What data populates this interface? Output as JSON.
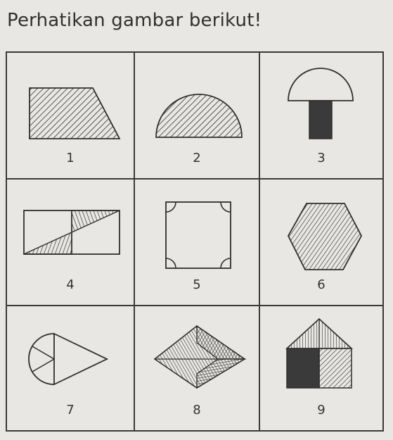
{
  "title": "Perhatikan gambar berikut!",
  "figures": [
    {
      "label": "1",
      "shape": "trapezoid-hatched-icon"
    },
    {
      "label": "2",
      "shape": "half-circle-hatched-icon"
    },
    {
      "label": "3",
      "shape": "mushroom-icon"
    },
    {
      "label": "4",
      "shape": "rectangle-triangles-icon"
    },
    {
      "label": "5",
      "shape": "square-corner-arcs-icon"
    },
    {
      "label": "6",
      "shape": "hexagon-hatched-icon"
    },
    {
      "label": "7",
      "shape": "circle-triangle-icon"
    },
    {
      "label": "8",
      "shape": "rhombus-hatched-icon"
    },
    {
      "label": "9",
      "shape": "house-icon"
    }
  ],
  "colors": {
    "ink": "#2f2f2f",
    "fill_dark": "#3a3a3a",
    "paper": "#e9e7e3"
  }
}
